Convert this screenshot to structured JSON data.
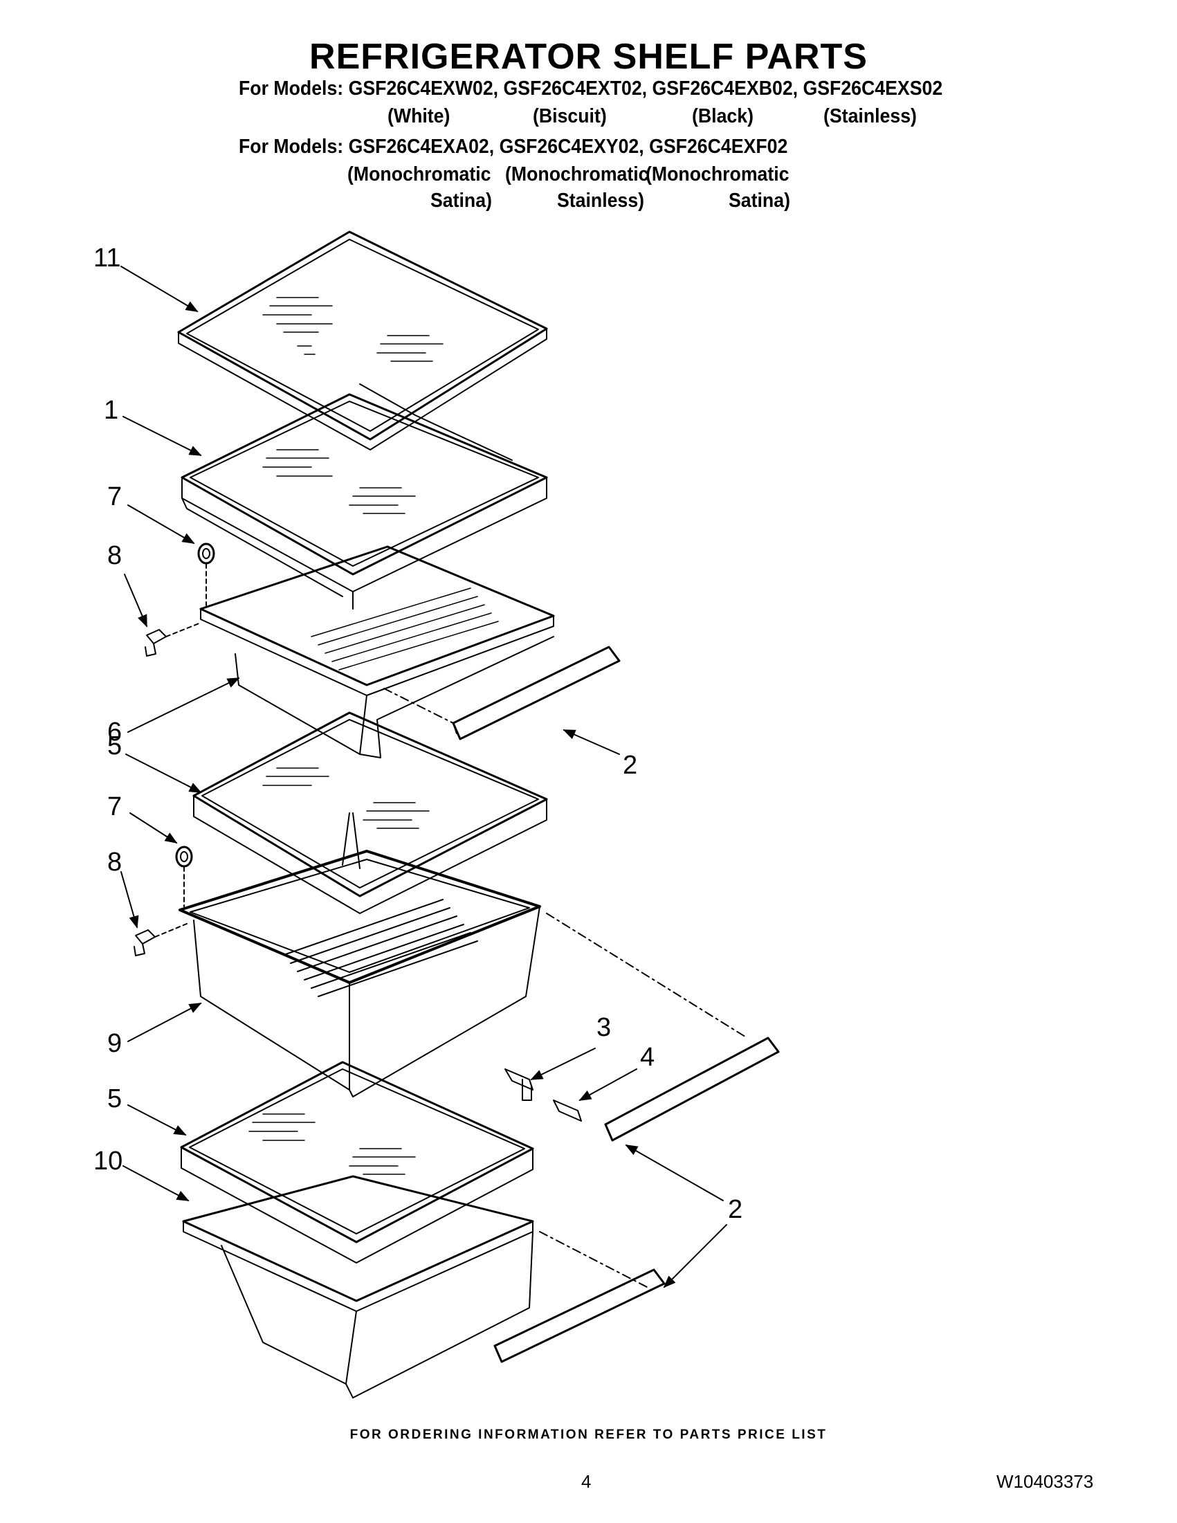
{
  "header": {
    "title": "REFRIGERATOR SHELF PARTS",
    "models_line_1": "For Models: GSF26C4EXW02, GSF26C4EXT02, GSF26C4EXB02, GSF26C4EXS02",
    "colors_line_1": [
      "(White)",
      "(Biscuit)",
      "(Black)",
      "(Stainless)"
    ],
    "models_line_2": "For Models: GSF26C4EXA02, GSF26C4EXY02, GSF26C4EXF02",
    "colors_line_2a": [
      "(Monochromatic",
      "(Monochromatic",
      "(Monochromatic"
    ],
    "colors_line_2b": [
      "Satina)",
      "Stainless)",
      "Satina)"
    ]
  },
  "callouts": {
    "c11": "11",
    "c1": "1",
    "c7a": "7",
    "c8a": "8",
    "c6": "6",
    "c5a": "5",
    "c2a": "2",
    "c7b": "7",
    "c8b": "8",
    "c9": "9",
    "c3": "3",
    "c4": "4",
    "c5b": "5",
    "c10": "10",
    "c2b": "2"
  },
  "footer": {
    "note": "FOR ORDERING INFORMATION REFER TO PARTS PRICE LIST",
    "page_number": "4",
    "doc_number": "W10403373"
  }
}
